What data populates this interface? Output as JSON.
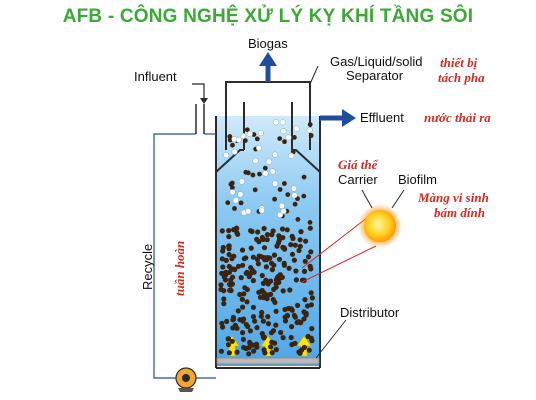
{
  "title": "AFB - CÔNG NGHỆ XỬ LÝ KỴ KHÍ TẦNG SÔI",
  "labels": {
    "biogas": "Biogas",
    "influent": "Influent",
    "separator_line1": "Gas/Liquid/solid",
    "separator_line2": "Separator",
    "effluent": "Effluent",
    "carrier": "Carrier",
    "biofilm": "Biofilm",
    "recycle": "Recycle",
    "distributor": "Distributor"
  },
  "annotations_vi": {
    "separator_line1": "thiết bị",
    "separator_line2": "tách pha",
    "effluent": "nước thải ra",
    "carrier": "Giá thể",
    "biofilm_line1": "Màng vi sinh",
    "biofilm_line2": "bám dính",
    "recycle": "tuần hoàn"
  },
  "colors": {
    "title": "#3aaa35",
    "water": "#5aaee8",
    "water_light": "#bfe2f8",
    "pipe": "#2b2b2b",
    "arrow": "#1f4e9e",
    "particle": "#3b2410",
    "bubble": "#ffffff",
    "up_arrow": "#ffe600",
    "distributor": "#b8b8b8",
    "annotation": "#d42a20",
    "carrier_core": "#ffd21f",
    "carrier_halo": "#ff9a1a"
  },
  "icons": {
    "pump": "pump-icon",
    "carrier": "carrier-particle-icon"
  }
}
